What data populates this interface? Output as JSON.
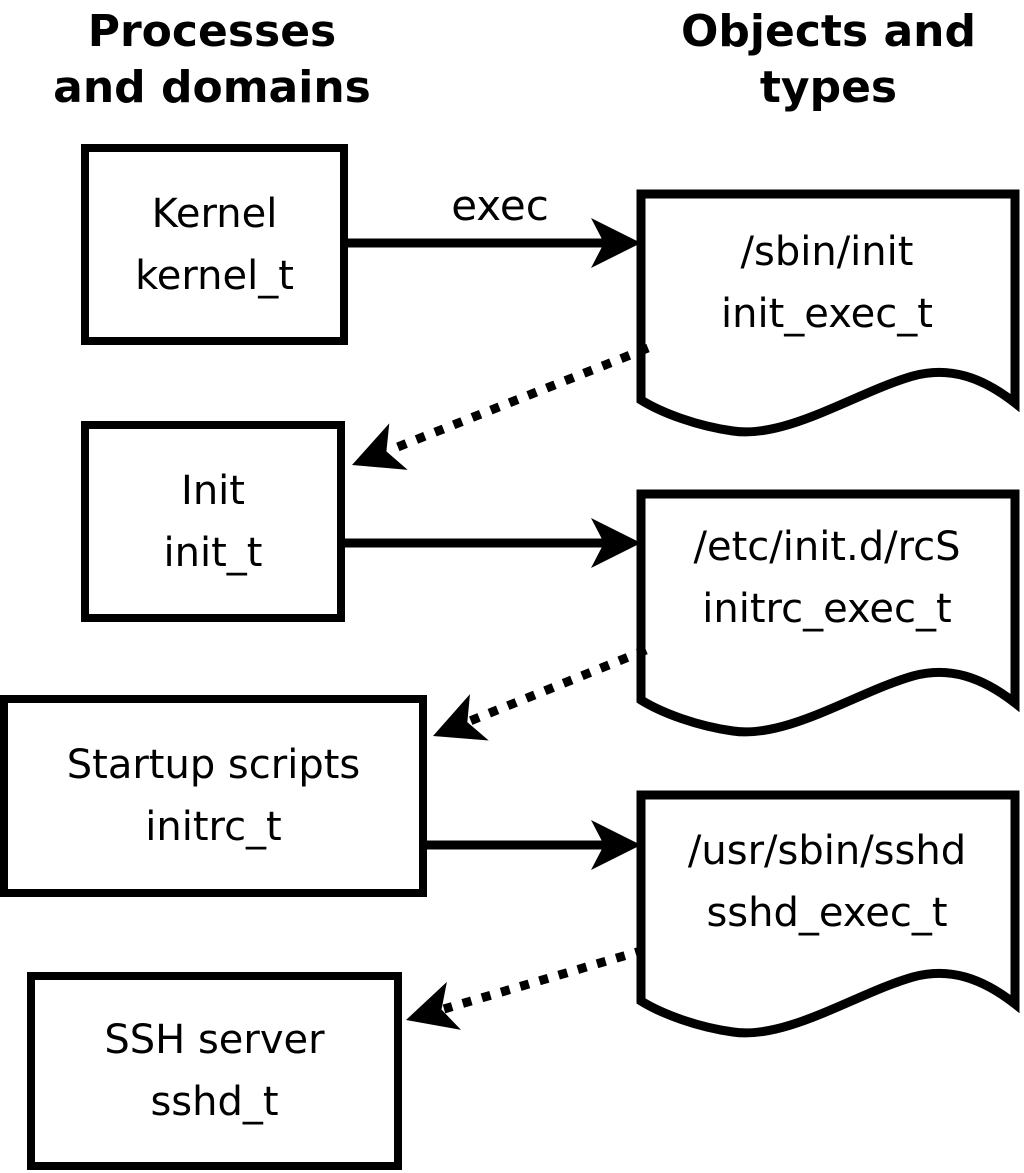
{
  "diagram": {
    "column_headers": {
      "left_line1": "Processes",
      "left_line2": "and domains",
      "right_line1": "Objects and",
      "right_line2": "types"
    },
    "process_boxes": [
      {
        "label": "Kernel",
        "type": "kernel_t"
      },
      {
        "label": "Init",
        "type": "init_t"
      },
      {
        "label": "Startup scripts",
        "type": "initrc_t"
      },
      {
        "label": "SSH server",
        "type": "sshd_t"
      }
    ],
    "object_docs": [
      {
        "path": "/sbin/init",
        "type": "init_exec_t"
      },
      {
        "path": "/etc/init.d/rcS",
        "type": "initrc_exec_t"
      },
      {
        "path": "/usr/sbin/sshd",
        "type": "sshd_exec_t"
      }
    ],
    "edge_labels": {
      "exec": "exec"
    },
    "colors": {
      "line": "#000000",
      "text": "#000000",
      "background": "#ffffff"
    }
  }
}
